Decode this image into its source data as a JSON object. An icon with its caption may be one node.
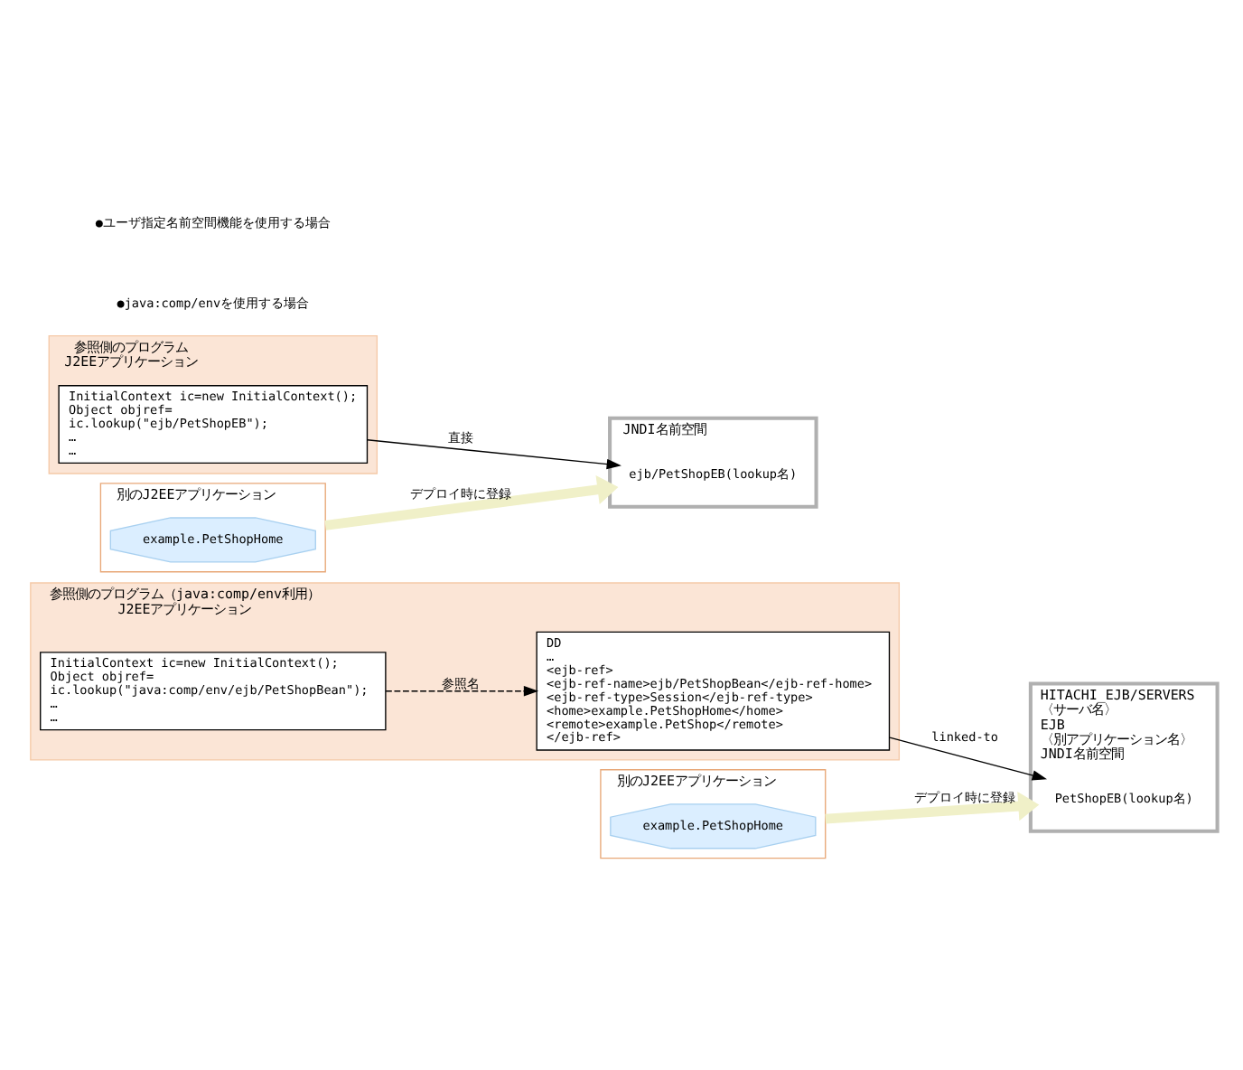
{
  "diagram": {
    "nodes": [
      {
        "text": [
          "参照側のプログラム（java:comp/env利用）",
          "J2EEアプリケーション"
        ]
      },
      {
        "text": [
          "InitialContext ic=new InitialContext();",
          "Object objref=",
          " ic.lookup(\"java:comp/env/ejb/PetShopBean\");",
          "…",
          "…"
        ],
        "in": 0
      },
      {
        "text": [
          "DD",
          "…",
          "<ejb-ref>",
          " <ejb-ref-name>ejb/PetShopBean</ejb-ref-home>",
          " <ejb-ref-type>Session</ejb-ref-type>",
          " <home>example.PetShopHome</home>",
          " <remote>example.PetShop</remote>",
          "</ejb-ref>"
        ],
        "in": 0
      },
      {
        "text": [
          "HITACHI_EJB/SERVERS",
          "〈サーバ名〉",
          "EJB",
          "〈別アプリケーション名〉",
          "JNDI名前空間"
        ]
      },
      {
        "text": [
          "PetShopEB(lookup名)"
        ],
        "in": 3
      },
      {
        "text": [
          "別のJ2EEアプリケーション"
        ]
      },
      {
        "text": [
          "example.PetShopHome"
        ],
        "in": 5
      },
      {
        "text": [
          "参照側のプログラム",
          "J2EEアプリケーション"
        ]
      },
      {
        "text": [
          "InitialContext ic=new InitialContext();",
          "Object objref=",
          " ic.lookup(\"ejb/PetShopEB\");",
          "…",
          "…"
        ],
        "in": 7
      },
      {
        "text": [
          "JNDI名前空間"
        ]
      },
      {
        "text": [
          "ejb/PetShopEB(lookup名)"
        ],
        "in": 9
      },
      {
        "text": [
          "別のJ2EEアプリケーション"
        ]
      },
      {
        "text": [
          "example.PetShopHome"
        ],
        "in": 11
      }
    ],
    "edges": [
      {
        "from": 1,
        "to": 2,
        "arrow": "to",
        "label": "参照名",
        "style": "dashed"
      },
      {
        "from": 2,
        "to": 4,
        "arrow": "to",
        "label": "linked-to"
      },
      {
        "from": 5,
        "to": 3,
        "arrow": "to",
        "label": "デプロイ時に登録",
        "style": "thick",
        "color": "#f0f0c8"
      },
      {
        "from": 8,
        "to": 10,
        "arrow": "to",
        "label": "直接"
      },
      {
        "from": 11,
        "to": 9,
        "arrow": "to",
        "label": "デプロイ時に登録",
        "style": "thick",
        "color": "#f0f0c8"
      }
    ],
    "labels": [
      "●java:comp/envを使用する場合",
      "●ユーザ指定名前空間機能を使用する場合"
    ]
  }
}
